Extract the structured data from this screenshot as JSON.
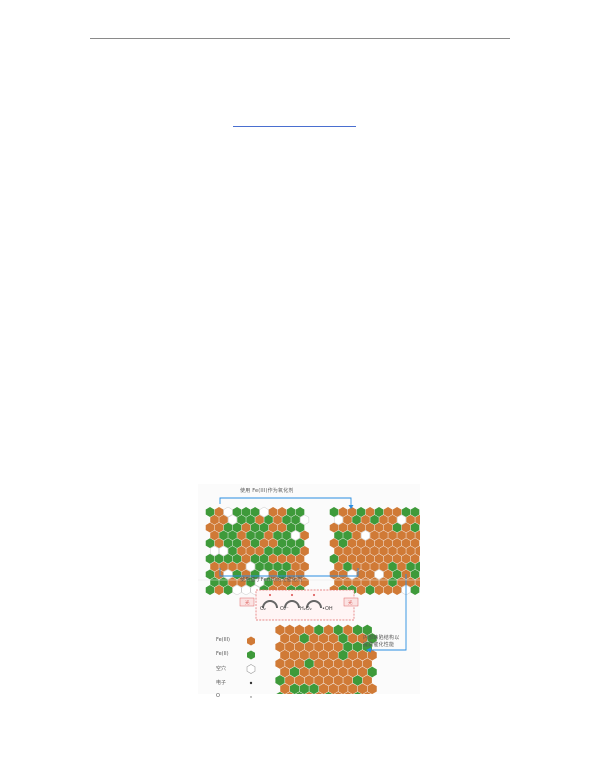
{
  "figure": {
    "label_top": "使用 Fe(III)作为氧化剂",
    "label_mid": "使用基于Fe(III)的光催化剂",
    "label_right_line1": "内部缺陷结构以",
    "label_right_line2": "提高催化性能",
    "light_left": "光",
    "light_right": "光",
    "molecules": [
      "O₂",
      "O₂⁻",
      "H₂O₂",
      "•OH"
    ],
    "legend": [
      {
        "label": "Fe(III)",
        "symbol": "orange-hexagon"
      },
      {
        "label": "Fe(II)",
        "symbol": "green-hexagon"
      },
      {
        "label": "空穴",
        "symbol": "empty-hexagon"
      },
      {
        "label": "电子",
        "symbol": "dot"
      },
      {
        "label": "O",
        "symbol": "small-dot"
      }
    ],
    "colors": {
      "fe3": "#d07a36",
      "fe2": "#3e9a3a",
      "arrow": "#2a8ee0",
      "box": "#e06666"
    }
  }
}
